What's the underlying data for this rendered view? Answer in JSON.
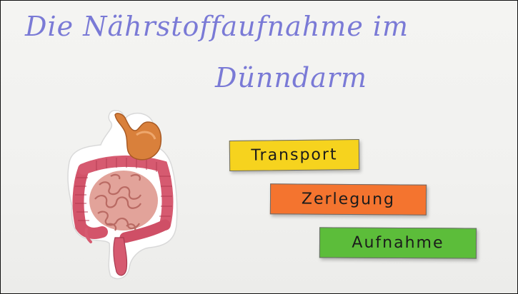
{
  "title": {
    "line1": "Die Nährstoffaufnahme im",
    "line2": "Dünndarm"
  },
  "cards": [
    {
      "label": "Transport",
      "color": "#f6d31e"
    },
    {
      "label": "Zerlegung",
      "color": "#f4742f"
    },
    {
      "label": "Aufnahme",
      "color": "#5cbd3a"
    }
  ],
  "illustration": {
    "icon": "digestive-system-icon"
  }
}
